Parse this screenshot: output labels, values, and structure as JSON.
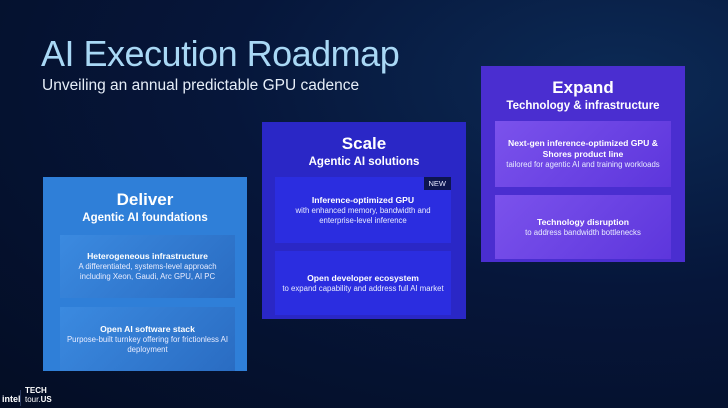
{
  "header": {
    "title": "AI Execution Roadmap",
    "subtitle": "Unveiling an annual predictable GPU cadence"
  },
  "columns": [
    {
      "name": "Deliver",
      "subtitle": "Agentic AI foundations",
      "color": "#2f7fd8",
      "cards": [
        {
          "title": "Heterogeneous infrastructure",
          "desc": "A differentiated, systems-level approach including Xeon, Gaudi, Arc GPU, AI PC"
        },
        {
          "title": "Open AI software stack",
          "desc": "Purpose-built turnkey offering for frictionless AI deployment"
        }
      ]
    },
    {
      "name": "Scale",
      "subtitle": "Agentic AI solutions",
      "color": "#2a27c6",
      "cards": [
        {
          "title": "Inference-optimized GPU",
          "desc": "with enhanced memory, bandwidth and enterprise-level inference",
          "badge": "NEW"
        },
        {
          "title": "Open developer ecosystem",
          "desc": "to expand capability and address full AI market"
        }
      ]
    },
    {
      "name": "Expand",
      "subtitle": "Technology & infrastructure",
      "color": "#4a2ed0",
      "cards": [
        {
          "title": "Next-gen inference-optimized GPU & Shores product line",
          "desc": "tailored for agentic AI and training workloads"
        },
        {
          "title": "Technology disruption",
          "desc": "to address bandwidth bottlenecks"
        }
      ]
    }
  ],
  "footer": {
    "brand": "intel",
    "event_line1": "TECH",
    "event_line2a": "tour.",
    "event_line2b": "US"
  }
}
